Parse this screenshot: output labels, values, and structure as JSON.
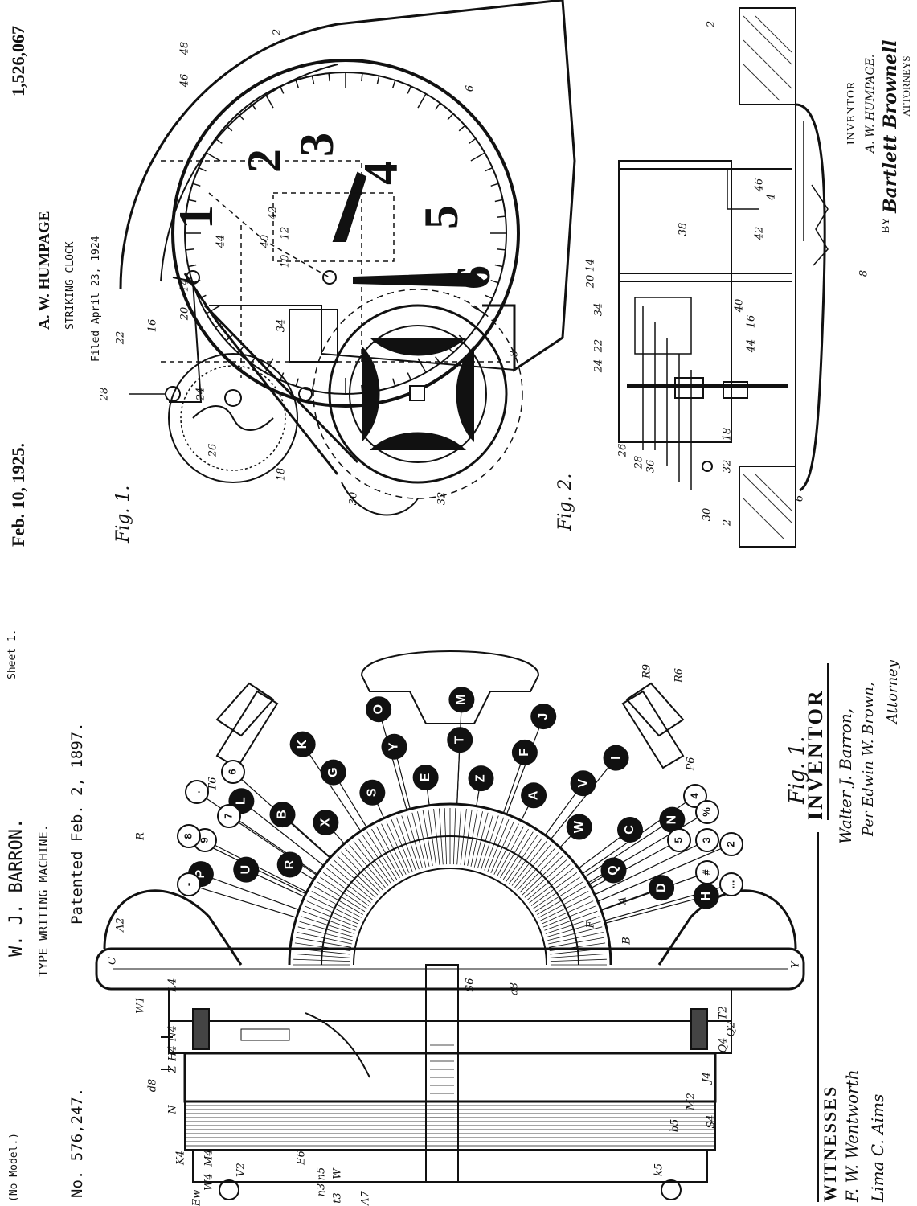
{
  "clock_patent": {
    "date": "Feb. 10, 1925.",
    "number": "1,526,067",
    "inventor_name": "A. W. HUMPAGE",
    "title": "STRIKING CLOCK",
    "filed": "Filed April 23, 1924",
    "fig1_label": "Fig. 1.",
    "fig2_label": "Fig. 2.",
    "inventor_heading": "INVENTOR",
    "inventor_signature": "A. W. HUMPAGE.",
    "by_label": "BY",
    "attorney_signature": "Bartlett Brownell",
    "attorneys_label": "ATTORNEYS",
    "dial_numerals": [
      "1",
      "2",
      "3",
      "4",
      "5",
      "6"
    ],
    "fig1_refs": [
      "2",
      "6",
      "46",
      "48",
      "42",
      "10",
      "12",
      "40",
      "44",
      "14",
      "20",
      "22",
      "16",
      "34",
      "28",
      "24",
      "26",
      "18",
      "30",
      "32",
      "8"
    ],
    "fig2_refs": [
      "2",
      "46",
      "42",
      "4",
      "8",
      "38",
      "20",
      "14",
      "34",
      "22",
      "24",
      "40",
      "16",
      "44",
      "26",
      "28",
      "36",
      "18",
      "32",
      "30",
      "6",
      "2"
    ]
  },
  "typewriter_patent": {
    "no_model": "(No Model.)",
    "inventor": "W. J. BARRON.",
    "title": "TYPE WRITING MACHINE.",
    "number": "No. 576,247.",
    "patented": "Patented Feb. 2, 1897.",
    "sheet": "Sheet 1.",
    "fig_label": "Fig. 1.",
    "witnesses_label": "WITNESSES",
    "witness_1": "F. W. Wentworth",
    "witness_2": "Lima C. Aims",
    "inventor_label": "INVENTOR",
    "inventor_signature": "Walter J. Barron,",
    "attorney_line": "Per Edwin W. Brown,",
    "attorney_label": "Attorney",
    "keys_dark": [
      "P",
      "L",
      "K",
      "O",
      "M",
      "J",
      "I",
      "N",
      "H",
      "U",
      "B",
      "G",
      "Y",
      "T",
      "F",
      "V",
      "C",
      "D",
      "R",
      "X",
      "S",
      "E",
      "Z",
      "A",
      "W",
      "Q"
    ],
    "keys_light": [
      "-",
      "9",
      "8",
      "7",
      "6",
      ".",
      "5",
      "4",
      "%",
      "3",
      "#",
      "2",
      "..."
    ],
    "refs": [
      "Y",
      "A2",
      "C",
      "W1",
      "R",
      "L4",
      "N4",
      "H4",
      "Z",
      "d8",
      "N",
      "K4",
      "M4",
      "W4",
      "Ew",
      "V2",
      "A7",
      "E6",
      "n5",
      "n3",
      "t3",
      "W",
      "k5",
      "b5",
      "Q4",
      "T2",
      "J4",
      "S4",
      "M2",
      "Q2",
      "a8",
      "S6",
      "A",
      "B",
      "F",
      "T6",
      "R6",
      "R9",
      "P6"
    ]
  }
}
